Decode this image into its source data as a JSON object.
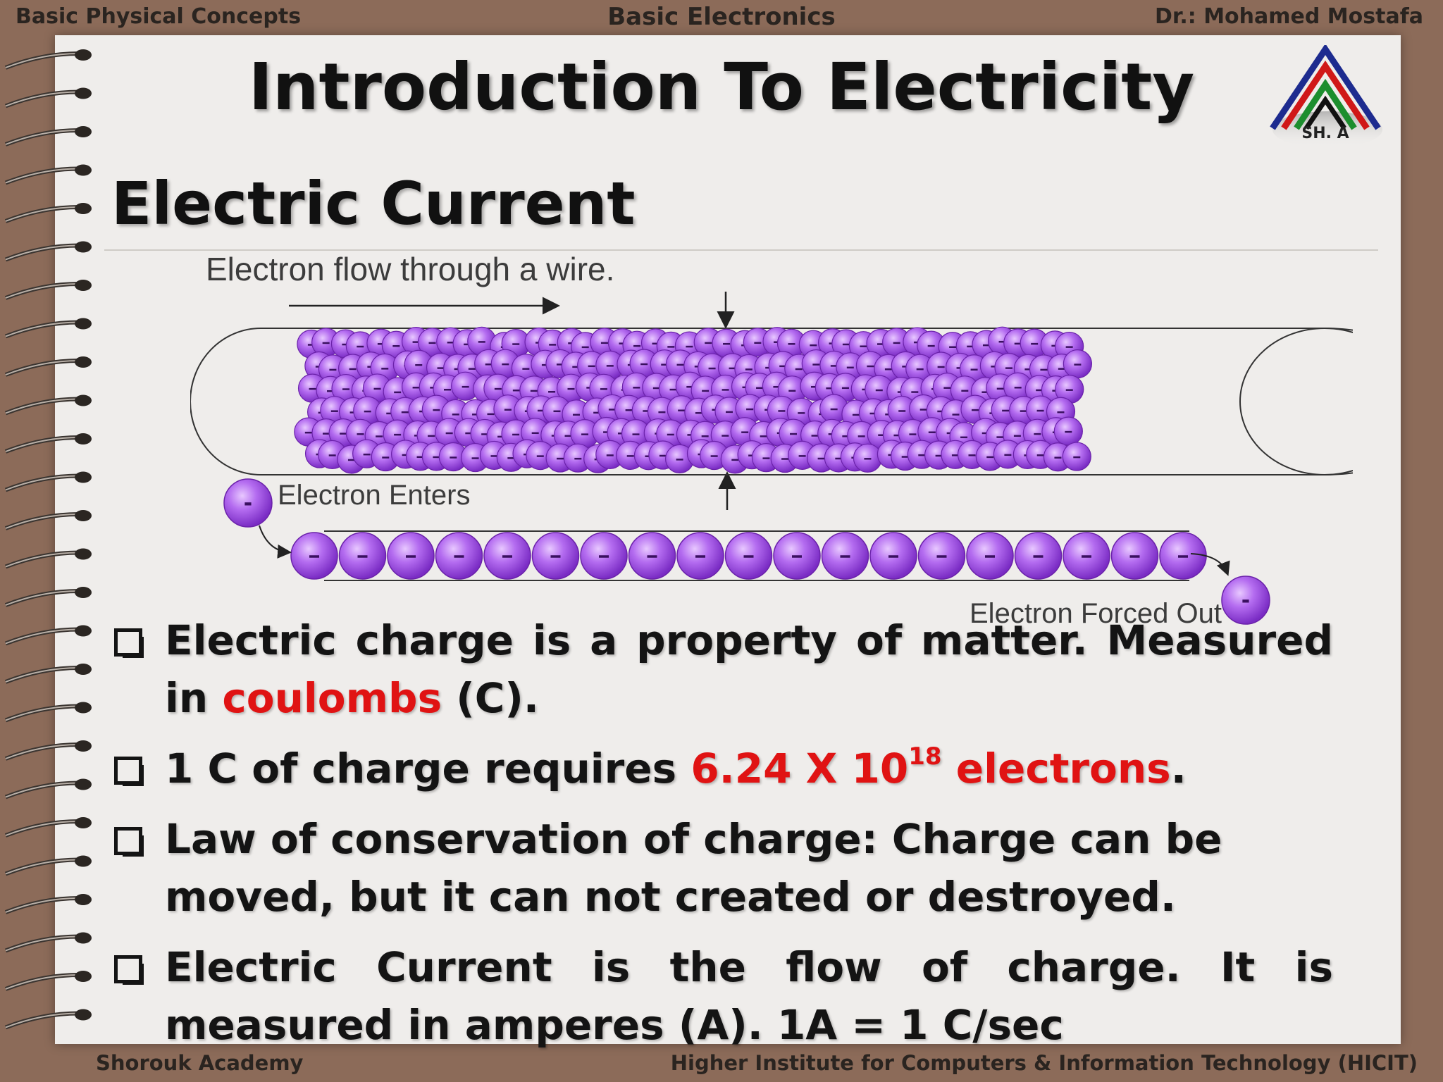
{
  "header": {
    "left": "Basic Physical Concepts",
    "center": "Basic Electronics",
    "right": "Dr.: Mohamed Mostafa"
  },
  "footer": {
    "left": "Shorouk Academy",
    "right": "Higher Institute for Computers & Information Technology (HICIT)"
  },
  "logo_text": "SH. A",
  "title": "Introduction To Electricity",
  "subtitle": "Electric Current",
  "diagram": {
    "caption": "Electron flow through a wire.",
    "electron_sign": "-",
    "enters_label": "Electron Enters",
    "out_label": "Electron Forced Out",
    "chain_count": 19,
    "electron_color": "#a04ce0"
  },
  "bullets": {
    "b1_text": "Electric charge is a property of matter. Measured in ",
    "b1_red": "coulombs",
    "b1_tail": " (C).",
    "b2_text": "1 C of charge requires ",
    "b2_red_base": "6.24 X 10",
    "b2_red_exp": "18",
    "b2_red_tail": " electrons",
    "b2_tail": ".",
    "b3_text": "Law of conservation of charge: Charge can be moved, but it can not created or destroyed.",
    "b4_text": "Electric Current is the flow of charge. It is measured in amperes (A). 1A = 1 C/sec"
  },
  "colors": {
    "accent_red": "#e01313",
    "paper": "#efedeb",
    "frame": "#8c6b59"
  }
}
